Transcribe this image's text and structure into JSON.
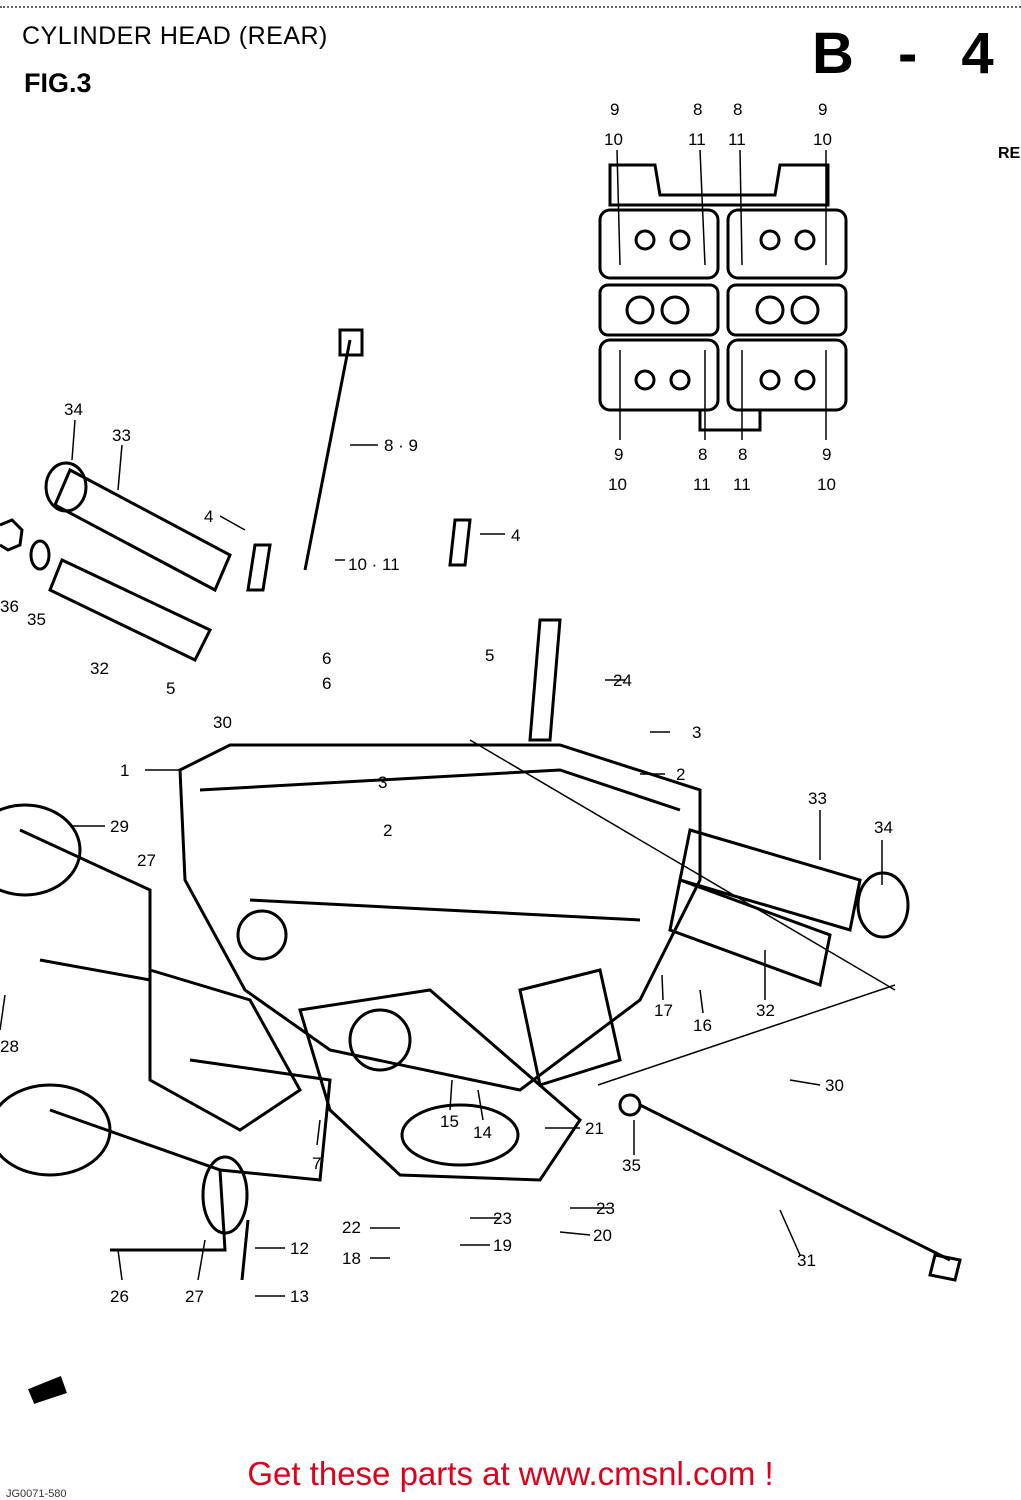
{
  "header": {
    "title": "CYLINDER HEAD (REAR)",
    "figure": "FIG.3",
    "sheet": "B - 4",
    "corner_mark": "RE"
  },
  "callouts": {
    "top_view": [
      "9",
      "10",
      "8",
      "11",
      "8",
      "11",
      "9",
      "10",
      "9",
      "10",
      "8",
      "11",
      "8",
      "11",
      "9",
      "10"
    ],
    "parts": [
      "34",
      "33",
      "36",
      "35",
      "32",
      "4",
      "8 · 9",
      "10 · 11",
      "4",
      "6",
      "5",
      "5",
      "6",
      "30",
      "24",
      "3",
      "1",
      "3",
      "2",
      "2",
      "29",
      "27",
      "33",
      "34",
      "28",
      "32",
      "17",
      "16",
      "30",
      "15",
      "14",
      "21",
      "35",
      "7",
      "23",
      "22",
      "23",
      "20",
      "18",
      "19",
      "12",
      "31",
      "26",
      "27",
      "13"
    ]
  },
  "footer": {
    "text": "Get these parts at www.cmsnl.com !",
    "code": "JG0071-580"
  },
  "colors": {
    "footer_text": "#e0001b",
    "line_art": "#000000"
  }
}
